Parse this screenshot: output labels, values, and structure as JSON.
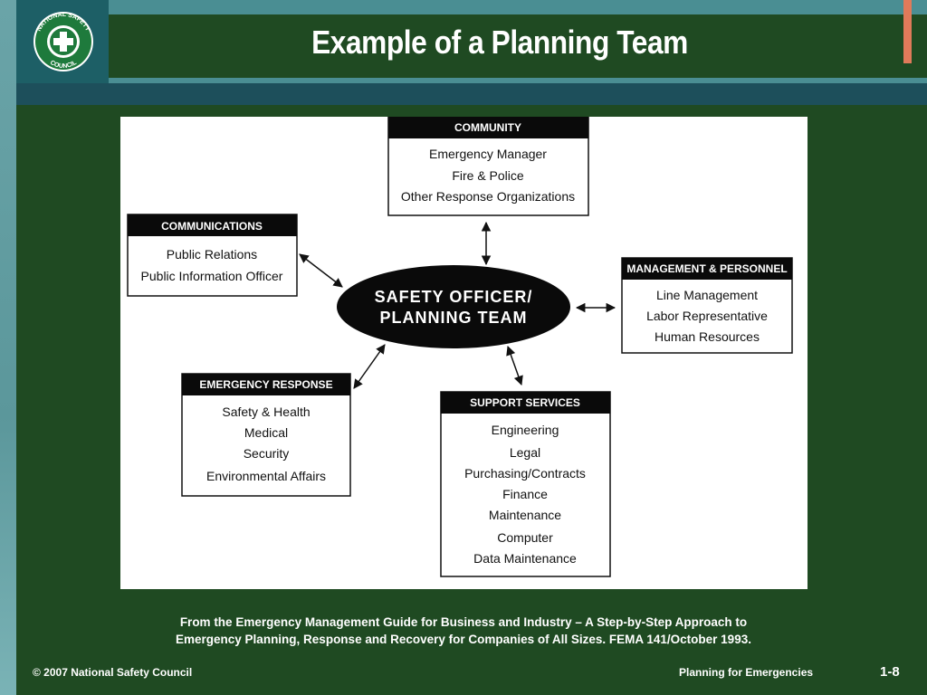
{
  "title": "Example of a Planning Team",
  "logo": {
    "text_top": "NATIONAL SAFETY",
    "text_bottom": "COUNCIL",
    "colors": {
      "green": "#1e7a3c",
      "white": "#ffffff"
    }
  },
  "diagram": {
    "center": {
      "line1": "SAFETY OFFICER/",
      "line2": "PLANNING TEAM"
    },
    "boxes": {
      "community": {
        "header": "COMMUNITY",
        "items": [
          "Emergency Manager",
          "Fire & Police",
          "Other Response Organizations"
        ]
      },
      "communications": {
        "header": "COMMUNICATIONS",
        "items": [
          "Public Relations",
          "Public Information Officer"
        ]
      },
      "management": {
        "header": "MANAGEMENT & PERSONNEL",
        "items": [
          "Line Management",
          "Labor Representative",
          "Human Resources"
        ]
      },
      "emergency": {
        "header": "EMERGENCY RESPONSE",
        "items": [
          "Safety & Health",
          "Medical",
          "Security",
          "Environmental Affairs"
        ]
      },
      "support": {
        "header": "SUPPORT SERVICES",
        "items": [
          "Engineering",
          "Legal",
          "Purchasing/Contracts",
          "Finance",
          "Maintenance",
          "Computer",
          "Data Maintenance"
        ]
      }
    }
  },
  "caption": {
    "line1": "From the Emergency Management Guide for Business and Industry – A Step-by-Step Approach to",
    "line2": "Emergency Planning, Response and Recovery for Companies of All Sizes.  FEMA 141/October 1993."
  },
  "footer": {
    "copyright": "© 2007 National Safety Council",
    "course": "Planning for Emergencies",
    "page": "1-8"
  },
  "colors": {
    "background": "#1f4a22",
    "accent": "#e07a5a",
    "teal": "#4a8e93"
  }
}
